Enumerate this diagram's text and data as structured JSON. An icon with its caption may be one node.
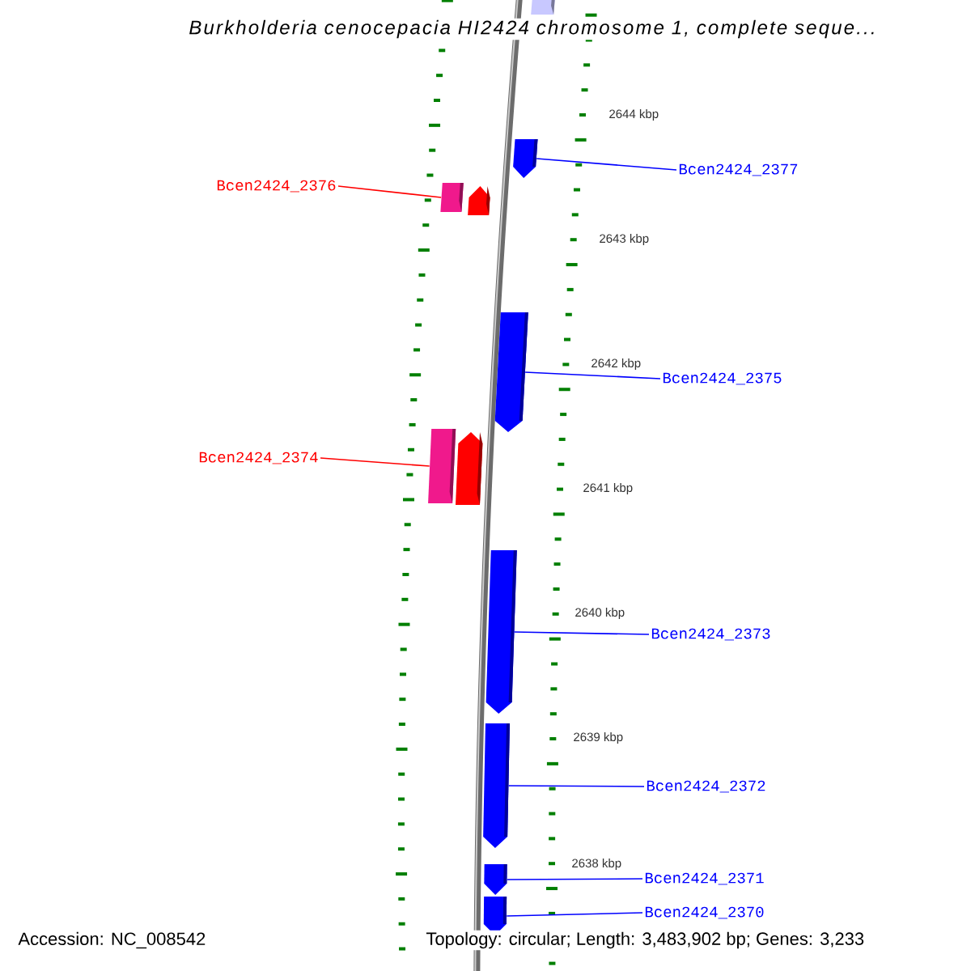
{
  "diagram": {
    "title": "Burkholderia cenocepacia HI2424 chromosome 1, complete seque...",
    "nodes": [
      {
        "text": [],
        "shape": "box"
      },
      {
        "text": [],
        "shape": "bar"
      },
      {
        "text": [
          "Bcen2424_2377"
        ]
      },
      {
        "text": [
          "Bcen2424_2376"
        ]
      },
      {
        "text": [],
        "shape": "box"
      },
      {
        "text": [],
        "shape": "bar"
      },
      {
        "text": [],
        "shape": "bar"
      },
      {
        "text": [
          "Bcen2424_2375"
        ]
      },
      {
        "text": [
          "Bcen2424_2374"
        ]
      },
      {
        "text": [],
        "shape": "box"
      },
      {
        "text": [],
        "shape": "bar"
      },
      {
        "text": [],
        "shape": "bar"
      },
      {
        "text": [
          "Bcen2424_2373"
        ]
      },
      {
        "text": [],
        "shape": "bar"
      },
      {
        "text": [
          "Bcen2424_2372"
        ]
      },
      {
        "text": [],
        "shape": "bar"
      },
      {
        "text": [
          "Bcen2424_2371"
        ]
      },
      {
        "text": [],
        "shape": "bar"
      },
      {
        "text": [
          "Bcen2424_2370"
        ]
      }
    ],
    "edges": [
      {
        "from": 2,
        "to": 1,
        "arrow": "none"
      },
      {
        "from": 3,
        "to": 4,
        "arrow": "none",
        "color": "#ff0000"
      },
      {
        "from": 7,
        "to": 6,
        "arrow": "none"
      },
      {
        "from": 8,
        "to": 9,
        "arrow": "none",
        "color": "#ff0000"
      },
      {
        "from": 12,
        "to": 11,
        "arrow": "none"
      },
      {
        "from": 14,
        "to": 13,
        "arrow": "none"
      },
      {
        "from": 16,
        "to": 15,
        "arrow": "none"
      },
      {
        "from": 18,
        "to": 17,
        "arrow": "none"
      }
    ],
    "labels": [
      "2644 kbp",
      "2643 kbp",
      "2642 kbp",
      "2641 kbp",
      "2640 kbp",
      "2639 kbp",
      "2638 kbp",
      "Accession: NC_008542",
      "Topology: circular; Length: 3,483,902 bp; Genes: 3,233"
    ]
  }
}
